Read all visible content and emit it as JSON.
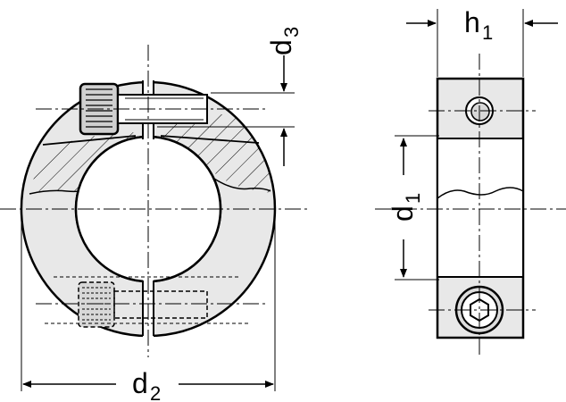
{
  "drawing": {
    "labels": {
      "d1": {
        "main": "d",
        "sub": "1"
      },
      "d2": {
        "main": "d",
        "sub": "2"
      },
      "d3": {
        "main": "d",
        "sub": "3"
      },
      "h1": {
        "main": "h",
        "sub": "1"
      }
    },
    "colors": {
      "line": "#000000",
      "body_fill": "#e8e8e8",
      "background": "#ffffff"
    },
    "icons": {
      "screw": "socket-head-screw-icon",
      "hex_socket": "hex-socket-icon",
      "screw_hole": "screw-hole-icon"
    }
  }
}
